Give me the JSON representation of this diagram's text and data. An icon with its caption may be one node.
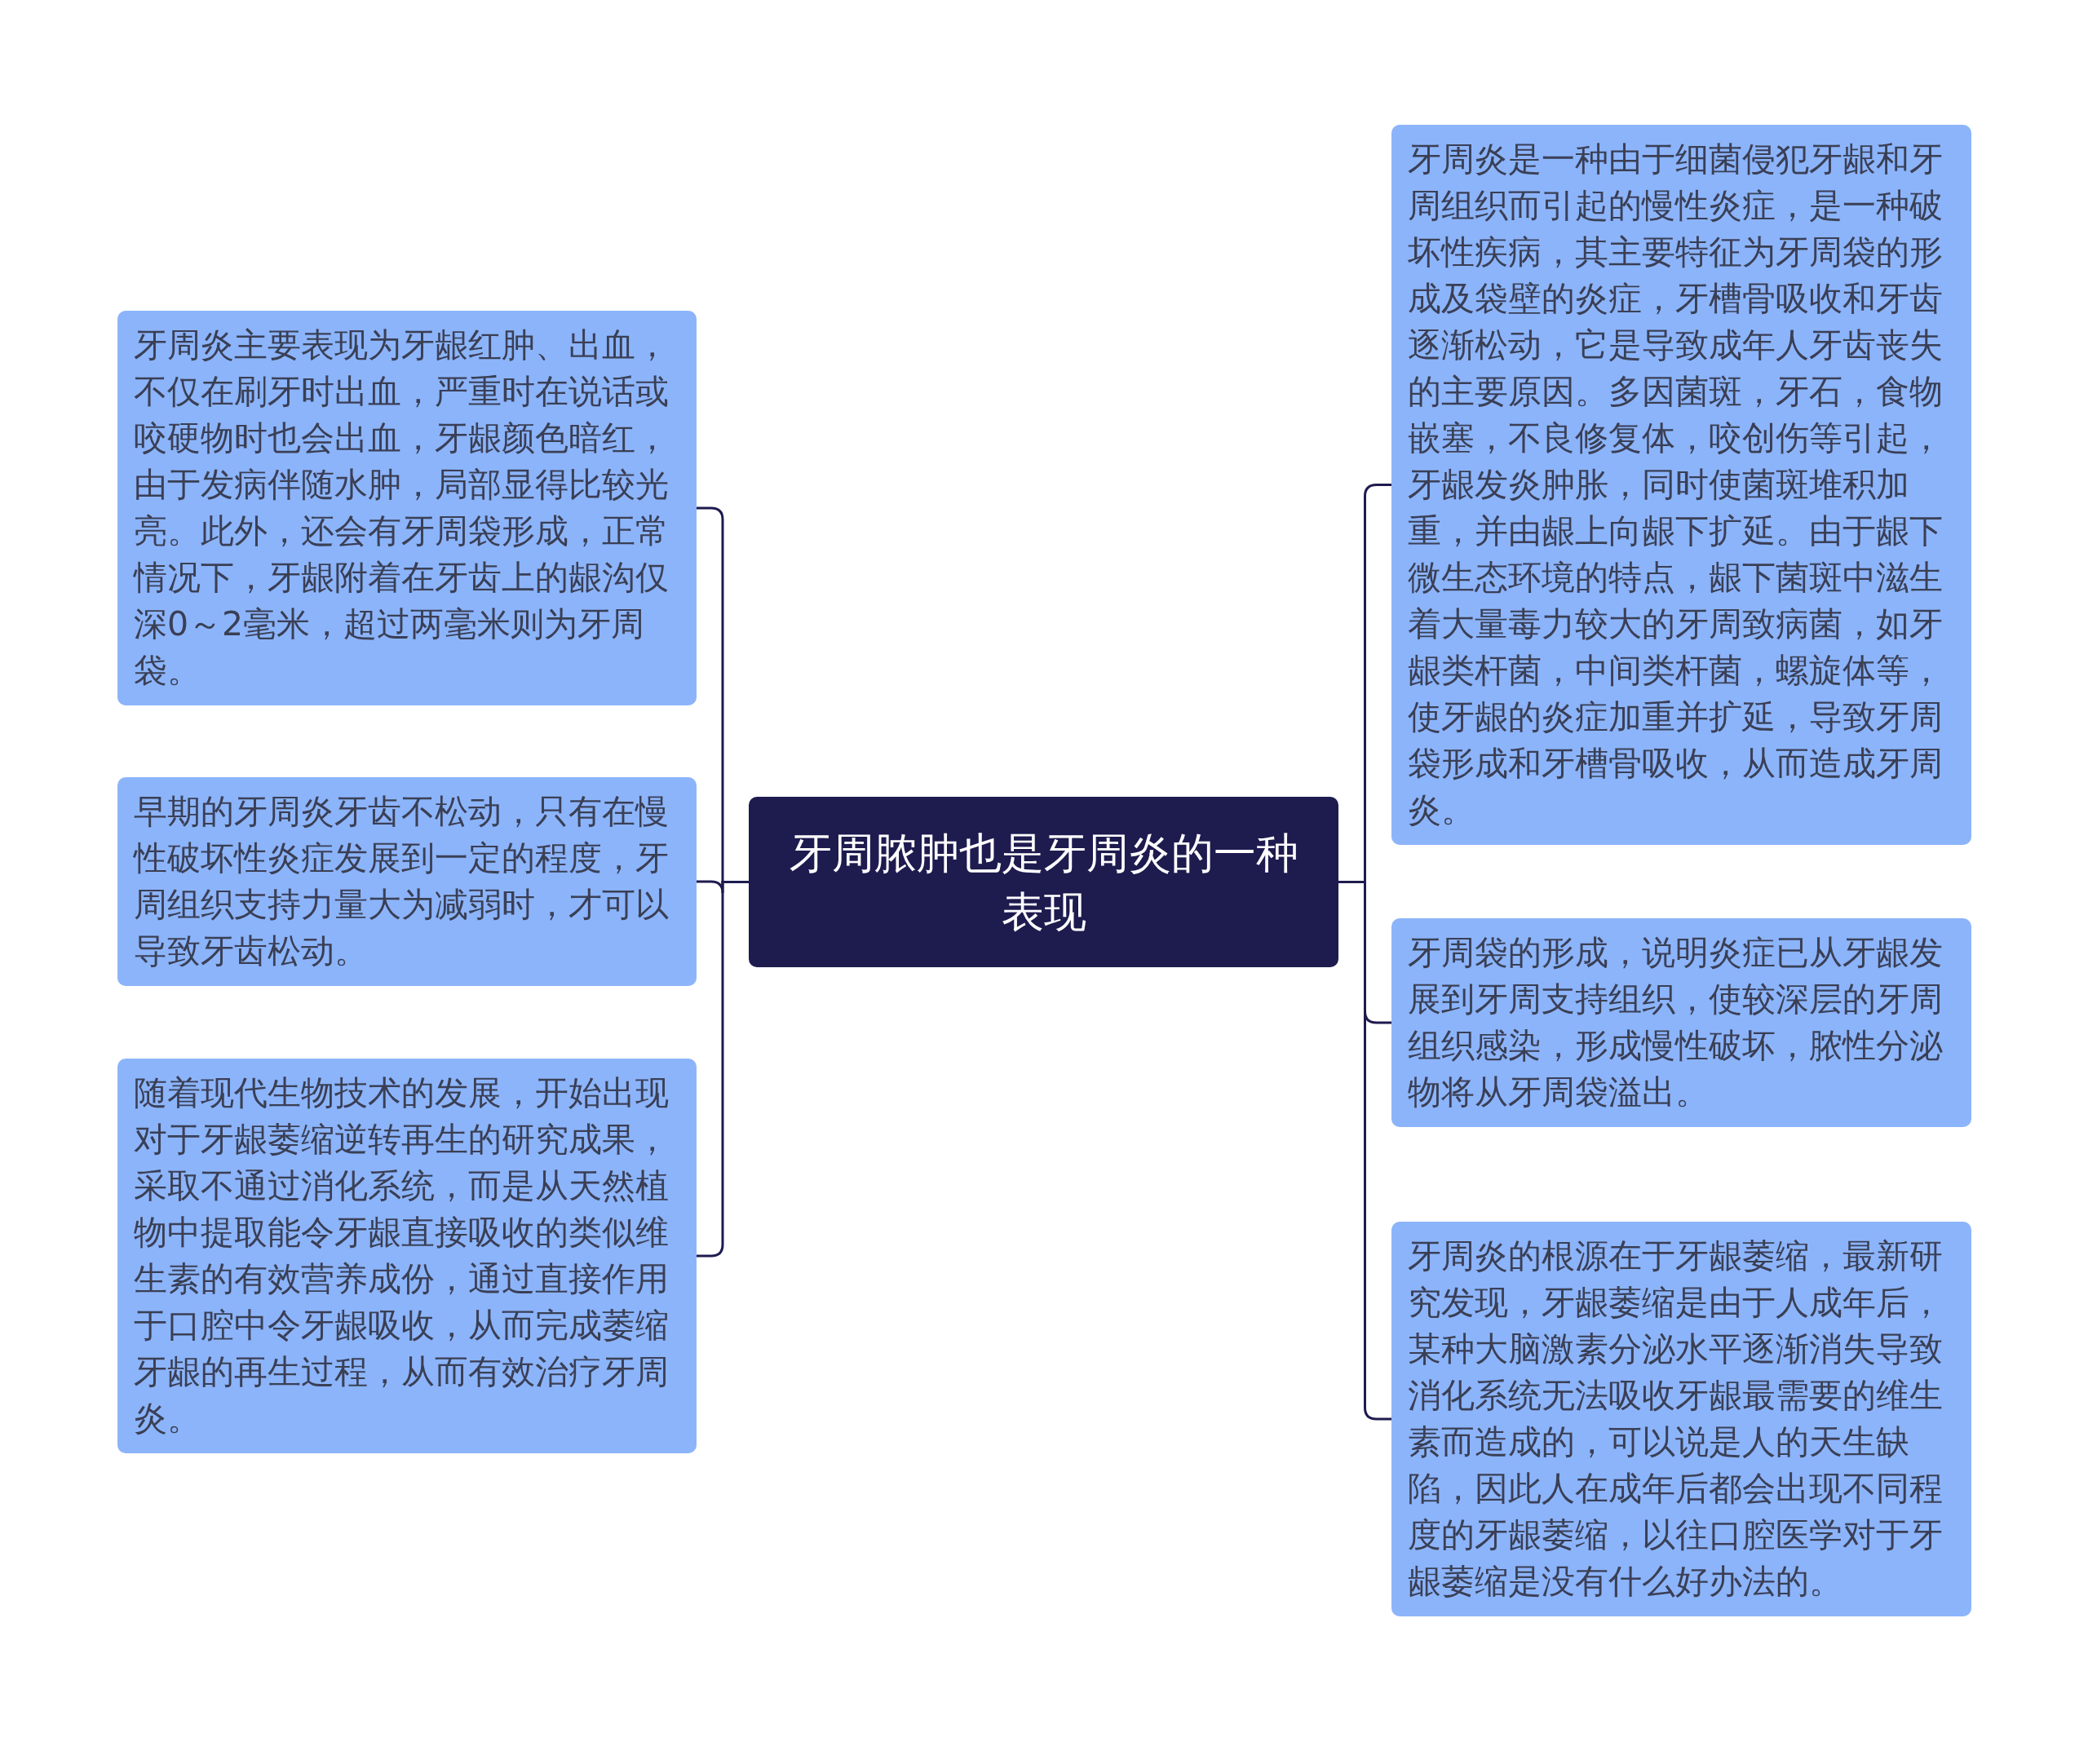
{
  "diagram": {
    "nodes": [
      {
        "text": [
          "牙周脓肿也是牙周炎的一种表现"
        ]
      },
      {
        "text": [
          "牙周炎主要表现为牙龈红肿、出血，不仅在刷牙时出血，严重时在说话或咬硬物时也会出血，牙龈颜色暗红，由于发病伴随水肿，局部显得比较光亮。此外，还会有牙周袋形成，正常情况下，牙龈附着在牙齿上的龈沟仅深0～2毫米，超过两毫米则为牙周袋。"
        ]
      },
      {
        "text": [
          "早期的牙周炎牙齿不松动，只有在慢性破坏性炎症发展到一定的程度，牙周组织支持力量大为减弱时，才可以导致牙齿松动。"
        ]
      },
      {
        "text": [
          "随着现代生物技术的发展，开始出现对于牙龈萎缩逆转再生的研究成果，采取不通过消化系统，而是从天然植物中提取能令牙龈直接吸收的类似维生素的有效营养成份，通过直接作用于口腔中令牙龈吸收，从而完成萎缩牙龈的再生过程，从而有效治疗牙周炎。"
        ]
      },
      {
        "text": [
          "牙周炎是一种由于细菌侵犯牙龈和牙周组织而引起的慢性炎症，是一种破坏性疾病，其主要特征为牙周袋的形成及袋壁的炎症，牙槽骨吸收和牙齿逐渐松动，它是导致成年人牙齿丧失的主要原因。多因菌斑，牙石，食物嵌塞，不良修复体，咬创伤等引起，牙龈发炎肿胀，同时使菌斑堆积加重，并由龈上向龈下扩延。由于龈下微生态环境的特点，龈下菌斑中滋生着大量毒力较大的牙周致病菌，如牙龈类杆菌，中间类杆菌，螺旋体等，使牙龈的炎症加重并扩延，导致牙周袋形成和牙槽骨吸收，从而造成牙周炎。"
        ]
      },
      {
        "text": [
          "牙周袋的形成，说明炎症已从牙龈发展到牙周支持组织，使较深层的牙周组织感染，形成慢性破坏，脓性分泌物将从牙周袋溢出。"
        ]
      },
      {
        "text": [
          "牙周炎的根源在于牙龈萎缩，最新研究发现，牙龈萎缩是由于人成年后，某种大脑激素分泌水平逐渐消失导致消化系统无法吸收牙龈最需要的维生素而造成的，可以说是人的天生缺陷，因此人在成年后都会出现不同程度的牙龈萎缩，以往口腔医学对于牙龈萎缩是没有什么好办法的。"
        ]
      }
    ],
    "edges": [
      {
        "from": 0,
        "to": 1,
        "arrow": "none"
      },
      {
        "from": 0,
        "to": 2,
        "arrow": "none"
      },
      {
        "from": 0,
        "to": 3,
        "arrow": "none"
      },
      {
        "from": 0,
        "to": 4,
        "arrow": "none"
      },
      {
        "from": 0,
        "to": 5,
        "arrow": "none"
      },
      {
        "from": 0,
        "to": 6,
        "arrow": "none"
      }
    ]
  }
}
